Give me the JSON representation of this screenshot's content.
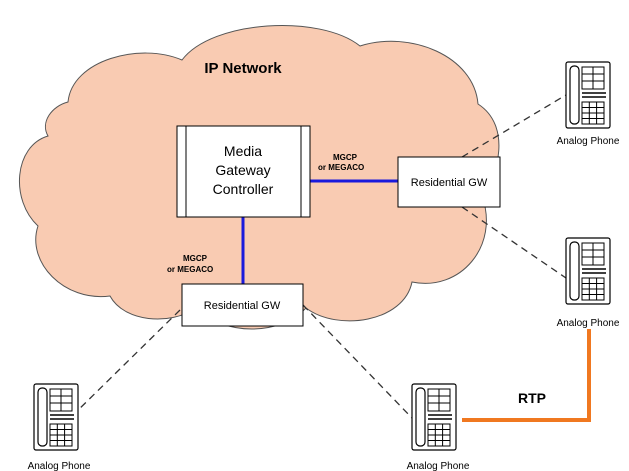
{
  "cloud": {
    "label": "IP Network",
    "fill": "#f9cbb2",
    "stroke": "#555555"
  },
  "mgc": {
    "line1": "Media",
    "line2": "Gateway",
    "line3": "Controller"
  },
  "gateways": {
    "right": "Residential GW",
    "bottom": "Residential GW"
  },
  "protocols": {
    "right": {
      "line1": "MGCP",
      "line2": "or MEGACO"
    },
    "bottom": {
      "line1": "MGCP",
      "line2": "or MEGACO"
    }
  },
  "phones": [
    {
      "label": "Analog Phone"
    },
    {
      "label": "Analog Phone"
    },
    {
      "label": "Analog Phone"
    },
    {
      "label": "Analog Phone"
    }
  ],
  "rtp": {
    "label": "RTP"
  },
  "colors": {
    "control_link": "#1a1adc",
    "rtp_link": "#f07820",
    "dashed_link": "#333333"
  },
  "icons": {
    "phone": "analog-phone-icon"
  }
}
